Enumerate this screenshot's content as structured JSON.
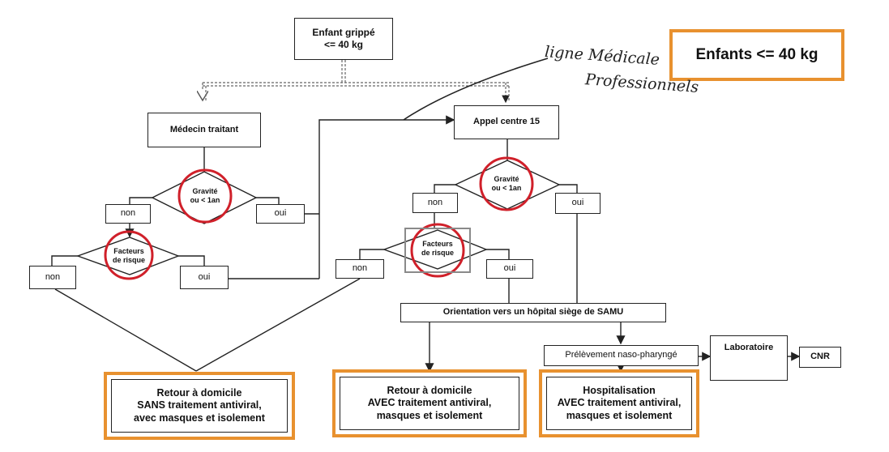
{
  "title_box": "Enfants <= 40 kg",
  "handwritten_note": [
    "ligne Médicale",
    "Professionnels"
  ],
  "nodes": {
    "start": "Enfant grippé\n<= 40 kg",
    "medecin": "Médecin traitant",
    "appel15": "Appel centre 15",
    "gravite_left": "Gravité\nou < 1an",
    "gravite_right": "Gravité\nou < 1an",
    "non_grav_left": "non",
    "oui_grav_left": "oui",
    "non_grav_right": "non",
    "oui_grav_right": "oui",
    "facteurs_left": "Facteurs\nde risque",
    "facteurs_right": "Facteurs\nde risque",
    "non_fact_left": "non",
    "oui_fact_left": "oui",
    "non_fact_right": "non",
    "oui_fact_right": "oui",
    "orientation": "Orientation vers un hôpital siège de SAMU",
    "prelevement": "Prélèvement naso-pharyngé",
    "laboratoire": "Laboratoire",
    "cnr": "CNR"
  },
  "outcomes": {
    "retour_sans": "Retour à domicile\nSANS traitement antiviral,\navec masques et isolement",
    "retour_avec": "Retour à domicile\nAVEC traitement antiviral,\nmasques et isolement",
    "hospitalisation": "Hospitalisation\nAVEC traitement antiviral,\nmasques et isolement"
  },
  "colors": {
    "highlight_orange": "#e8912f",
    "circle_red": "#d0202a",
    "line": "#222222",
    "gray_frame": "#8a8a8a"
  }
}
